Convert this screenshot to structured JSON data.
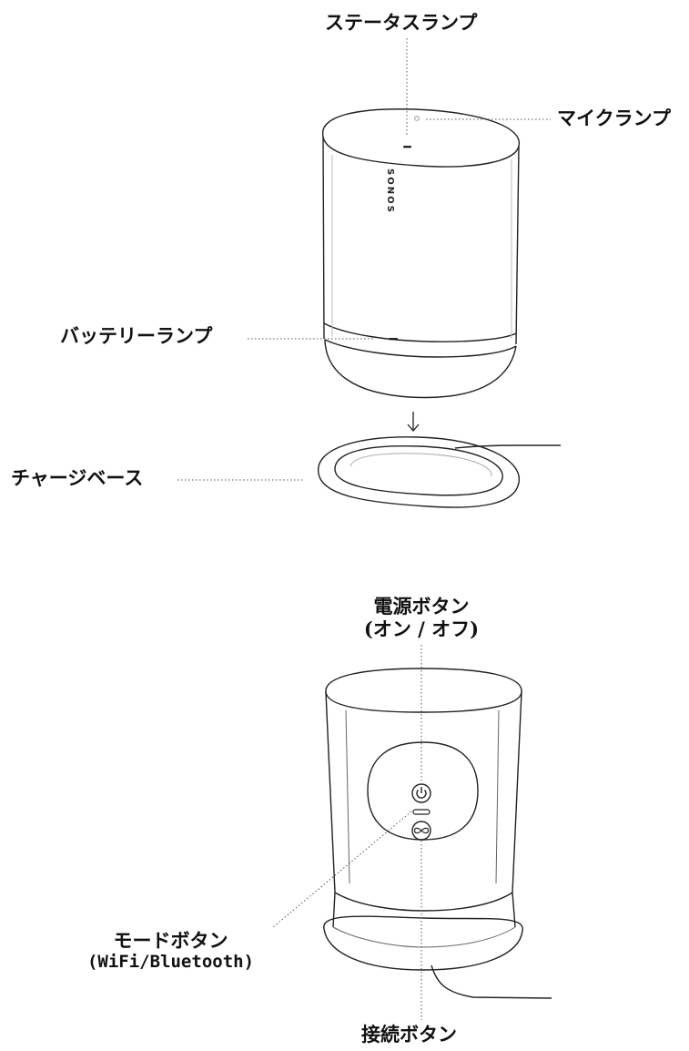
{
  "labels": {
    "status_lamp": "ステータスランプ",
    "mic_lamp": "マイクランプ",
    "battery_lamp": "バッテリーランプ",
    "charge_base": "チャージベース",
    "power_button_line1": "電源ボタン",
    "power_button_line2": "(オン / オフ)",
    "mode_button_line1": "モードボタン",
    "mode_button_line2": "(WiFi/Bluetooth)",
    "connect_button": "接続ボタン"
  },
  "brand": "SONOS",
  "colors": {
    "line": "#222222",
    "leader": "#555555",
    "background": "#ffffff"
  }
}
